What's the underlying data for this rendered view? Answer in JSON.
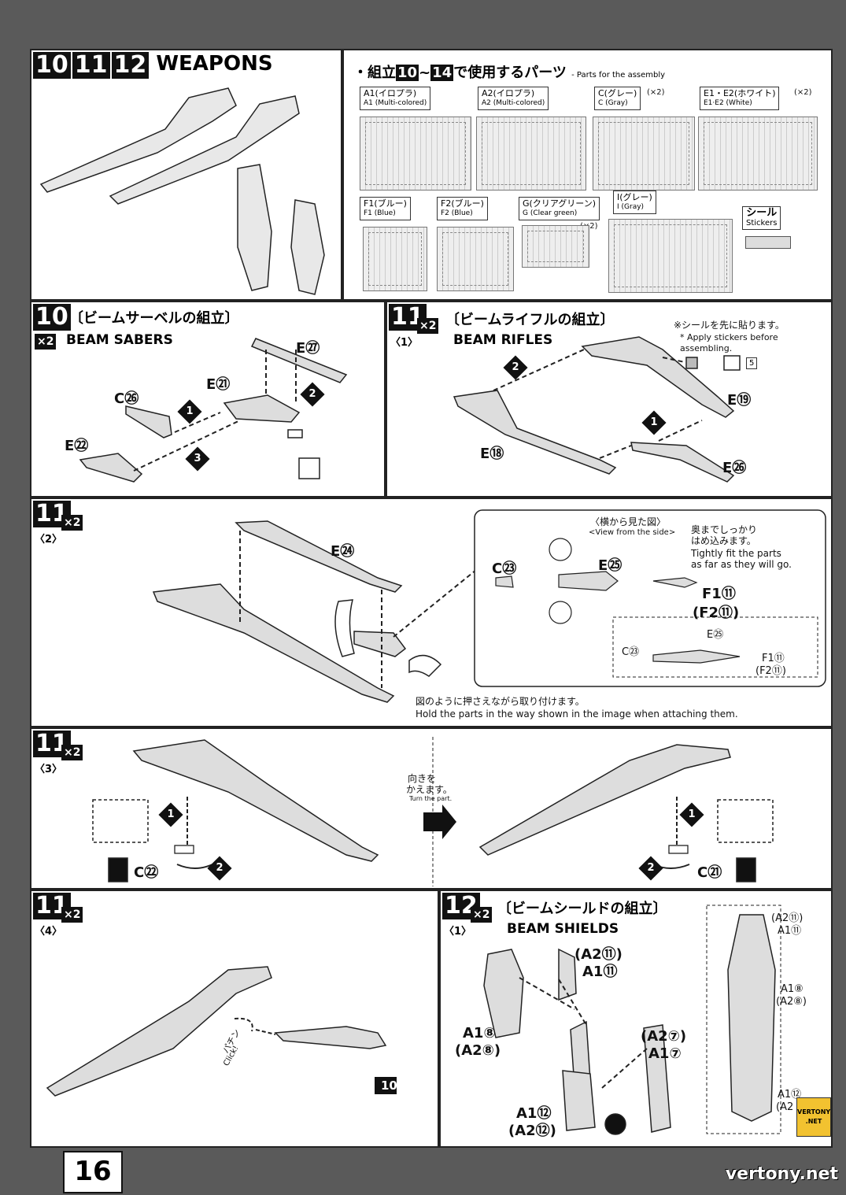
{
  "page_number": "16",
  "watermark": "vertony.net",
  "badge": {
    "line1": "VERTONY",
    "line2": ".NET"
  },
  "header": {
    "steps": [
      "10",
      "11",
      "12"
    ],
    "title": "WEAPONS"
  },
  "parts_list": {
    "title_jp": "組立",
    "from": "10",
    "sep": "~",
    "to": "14",
    "title_jp2": "で使用するパーツ",
    "title_en": "- Parts for the assembly",
    "parts": [
      {
        "jp": "A1(イロプラ)",
        "en": "A1 (Multi-colored)",
        "qty": ""
      },
      {
        "jp": "A2(イロプラ)",
        "en": "A2 (Multi-colored)",
        "qty": ""
      },
      {
        "jp": "C(グレー)",
        "en": "C (Gray)",
        "qty": "(×2)"
      },
      {
        "jp": "E1・E2(ホワイト)",
        "en": "E1·E2 (White)",
        "qty": "(×2)"
      },
      {
        "jp": "F1(ブルー)",
        "en": "F1 (Blue)",
        "qty": ""
      },
      {
        "jp": "F2(ブルー)",
        "en": "F2 (Blue)",
        "qty": ""
      },
      {
        "jp": "G(クリアグリーン)",
        "en": "G (Clear green)",
        "qty": "(×2)"
      },
      {
        "jp": "I(グレー)",
        "en": "I (Gray)",
        "qty": ""
      }
    ],
    "sticker_jp": "シール",
    "sticker_en": "Stickers"
  },
  "step10": {
    "num": "10",
    "qty": "×2",
    "title_jp": "〔ビームサーベルの組立〕",
    "title_en": "BEAM SABERS",
    "labels": {
      "c26": "C㉖",
      "e21": "E㉑",
      "e22": "E㉒",
      "e27": "E㉗"
    },
    "arrows": [
      "1",
      "2",
      "3"
    ]
  },
  "step11_1": {
    "num": "11",
    "sub": "〈1〉",
    "qty": "×2",
    "title_jp": "〔ビームライフルの組立〕",
    "title_en": "BEAM RIFLES",
    "note_jp": "※シールを先に貼ります。",
    "note_en": "* Apply stickers before assembling.",
    "sticker_no": "5",
    "labels": {
      "e19": "E⑲",
      "e18": "E⑱",
      "e26": "E㉖"
    },
    "arrows": [
      "1",
      "2"
    ]
  },
  "step11_2": {
    "num": "11",
    "sub": "〈2〉",
    "qty": "×2",
    "label_e24": "E㉔",
    "side_jp": "〈横から見た図〉",
    "side_en": "<View from the side>",
    "fit_jp1": "奥までしっかり",
    "fit_jp2": "はめ込みます。",
    "fit_en1": "Tightly fit the parts",
    "fit_en2": "as far as they will go.",
    "labels": {
      "c23": "C㉓",
      "e25": "E㉕",
      "f1": "F1⑪",
      "f2": "(F2⑪)"
    },
    "hold_jp": "図のように押さえながら取り付けます。",
    "hold_en": "Hold the parts in the way shown in the image when attaching them."
  },
  "step11_3": {
    "num": "11",
    "sub": "〈3〉",
    "qty": "×2",
    "turn_jp1": "向きを",
    "turn_jp2": "かえます。",
    "turn_en": "Turn the part.",
    "labels": {
      "c22": "C㉒",
      "c21": "C㉑"
    },
    "arrows": [
      "1",
      "2"
    ]
  },
  "step11_4": {
    "num": "11",
    "sub": "〈4〉",
    "qty": "×2",
    "click_jp": "パチン",
    "click_en": "Click!",
    "ref": "10"
  },
  "step12_1": {
    "num": "12",
    "sub": "〈1〉",
    "qty": "×2",
    "title_jp": "〔ビームシールドの組立〕",
    "title_en": "BEAM SHIELDS",
    "labels": [
      "(A2⑪)",
      "A1⑪",
      "A1⑧",
      "(A2⑧)",
      "(A2⑦)",
      "A1⑦",
      "A1⑫",
      "(A2⑫)",
      "(A2⑪)",
      "A1⑪",
      "A1⑧",
      "(A2⑧)",
      "A1⑫",
      "(A2"
    ]
  }
}
